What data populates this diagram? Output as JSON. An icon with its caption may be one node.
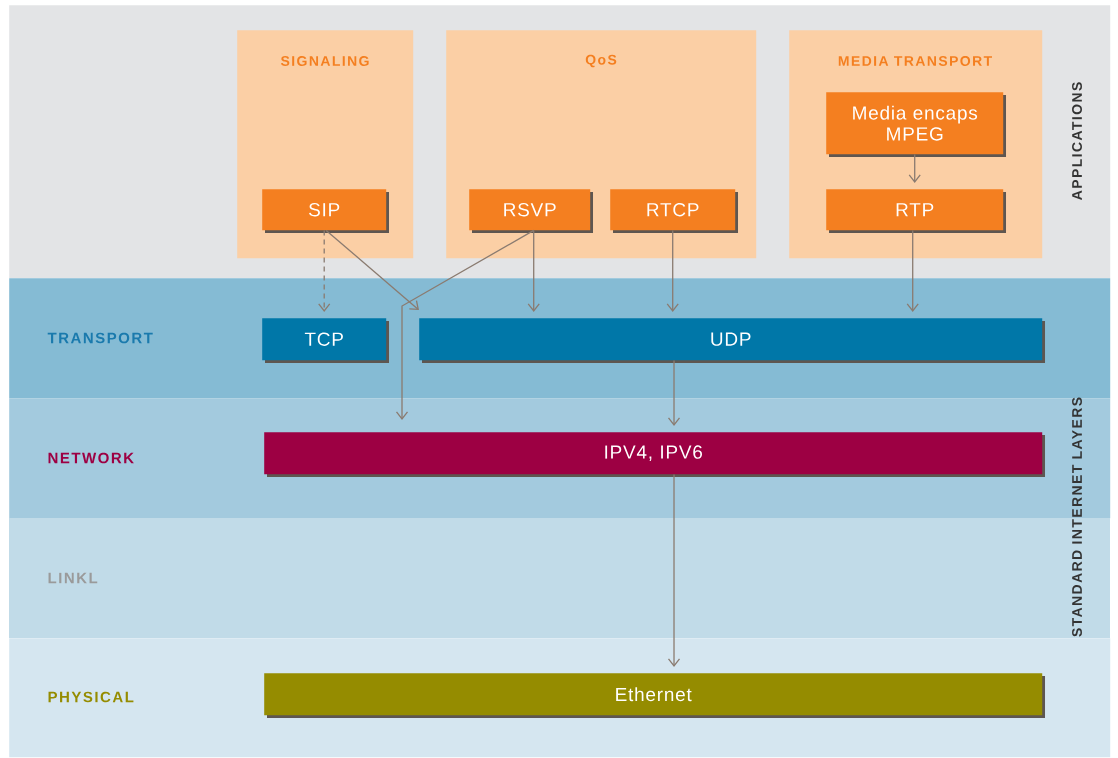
{
  "diagram": {
    "nodes": [
      {
        "text": [
          "APPLICATIONS"
        ]
      },
      {
        "text": [
          "SIGNALING"
        ],
        "in": 0
      },
      {
        "text": [
          "SIP"
        ],
        "in": 1
      },
      {
        "text": [
          "QoS"
        ],
        "in": 0
      },
      {
        "text": [
          "RSVP"
        ],
        "in": 3
      },
      {
        "text": [
          "RTCP"
        ],
        "in": 3
      },
      {
        "text": [
          "MEDIA TRANSPORT"
        ],
        "in": 0
      },
      {
        "text": [
          "Media encaps MPEG"
        ],
        "in": 6
      },
      {
        "text": [
          "RTP"
        ],
        "in": 6
      },
      {
        "text": [
          "TRANSPORT"
        ]
      },
      {
        "text": [
          "TCP"
        ],
        "in": 9
      },
      {
        "text": [
          "UDP"
        ],
        "in": 9
      },
      {
        "text": [
          "NETWORK"
        ]
      },
      {
        "text": [
          "IPV4, IPV6"
        ],
        "in": 12
      },
      {
        "text": [
          "PHYSICAL"
        ]
      },
      {
        "text": [
          "Ethernet"
        ],
        "in": 14
      }
    ],
    "edges": [
      {
        "from": 2,
        "to": 10,
        "arrow": "to",
        "style": "dashed"
      },
      {
        "from": 2,
        "to": 11,
        "arrow": "to"
      },
      {
        "from": 4,
        "to": 11,
        "arrow": "to"
      },
      {
        "from": 4,
        "to": 13,
        "arrow": "to"
      },
      {
        "from": 5,
        "to": 11,
        "arrow": "to"
      },
      {
        "from": 7,
        "to": 8,
        "arrow": "to"
      },
      {
        "from": 8,
        "to": 11,
        "arrow": "to"
      },
      {
        "from": 11,
        "to": 13,
        "arrow": "to"
      },
      {
        "from": 13,
        "to": 15,
        "arrow": "to"
      }
    ],
    "labels": [
      "LINKL",
      "STANDARD INTERNET LAYERS"
    ]
  }
}
